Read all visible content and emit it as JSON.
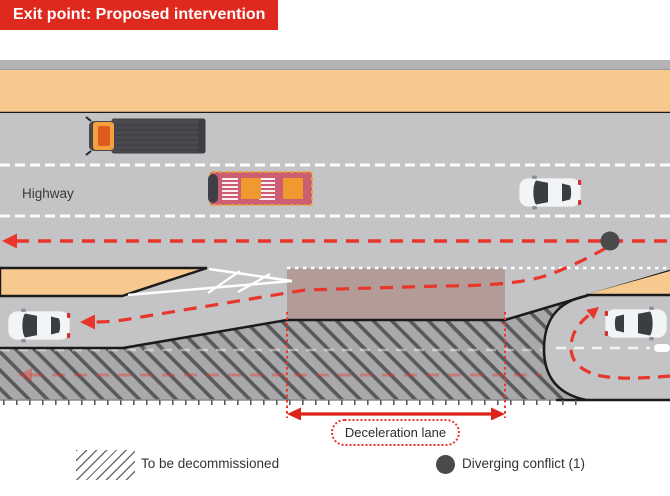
{
  "banner": {
    "title": "Exit point: Proposed intervention"
  },
  "diagram": {
    "highway_label": "Highway",
    "deceleration_label": "Deceleration lane",
    "vehicles": [
      "truck",
      "bus",
      "highway-car",
      "exit-ramp-car",
      "turnaround-car"
    ],
    "flow_paths": [
      "highway-through-westbound",
      "diverging-exit-to-ramp",
      "decommissioned-old-path",
      "turnaround-u-turn"
    ],
    "conflict_count": 1
  },
  "legend": {
    "items": [
      {
        "swatch": "hatch-pattern",
        "label": "To be decommissioned"
      },
      {
        "swatch": "conflict-dot",
        "label": "Diverging conflict (1)"
      }
    ]
  },
  "colors": {
    "banner_red": "#df291f",
    "arrow_red": "#e8372a",
    "measure_red": "#dd2318",
    "shoulder_orange": "#f8c98f",
    "road_gray": "#c4c4c6",
    "upper_strip_gray": "#b3b3b5",
    "hatch_gray": "#a9a9ab",
    "hatch_stripe": "#59595c",
    "conflict_dot_gray": "#4a4a4d",
    "deceleration_highlight": "rgba(150,85,73,0.36)"
  }
}
